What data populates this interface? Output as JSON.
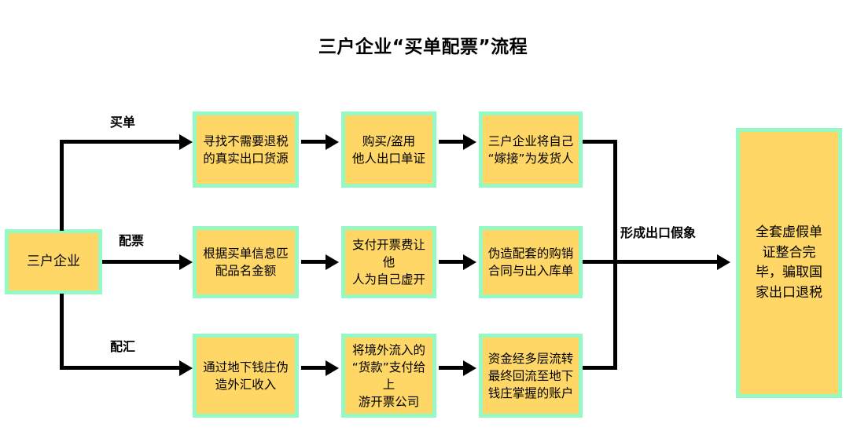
{
  "title": "三户企业“买单配票”流程",
  "colors": {
    "box_fill": "#ffd766",
    "box_border": "#95f9c3",
    "line": "#000000",
    "text": "#000000",
    "background": "#ffffff"
  },
  "source_node": {
    "label": "三户企业"
  },
  "branch_labels": {
    "row1": "买单",
    "row2": "配票",
    "row3": "配汇"
  },
  "merge_label": "形成出口假象",
  "rows": [
    {
      "key": "row1",
      "label": "买单",
      "steps": [
        {
          "text": "寻找不需要退税\n的真实出口货源"
        },
        {
          "text": "购买/盗用\n他人出口单证"
        },
        {
          "text": "三户企业将自己\n“嫁接”为发货人"
        }
      ]
    },
    {
      "key": "row2",
      "label": "配票",
      "steps": [
        {
          "text": "根据买单信息匹\n配品名金额"
        },
        {
          "text": "支付开票费让他\n人为自己虚开"
        },
        {
          "text": "伪造配套的购销\n合同与出入库单"
        }
      ]
    },
    {
      "key": "row3",
      "label": "配汇",
      "steps": [
        {
          "text": "通过地下钱庄伪\n造外汇收入"
        },
        {
          "text": "将境外流入的\n“货款”支付给上\n游开票公司"
        },
        {
          "text": "资金经多层流转\n最终回流至地下\n钱庄掌握的账户"
        }
      ]
    }
  ],
  "final_node": {
    "label": "全套虚假单\n证整合完\n毕，骗取国\n家出口退税"
  }
}
